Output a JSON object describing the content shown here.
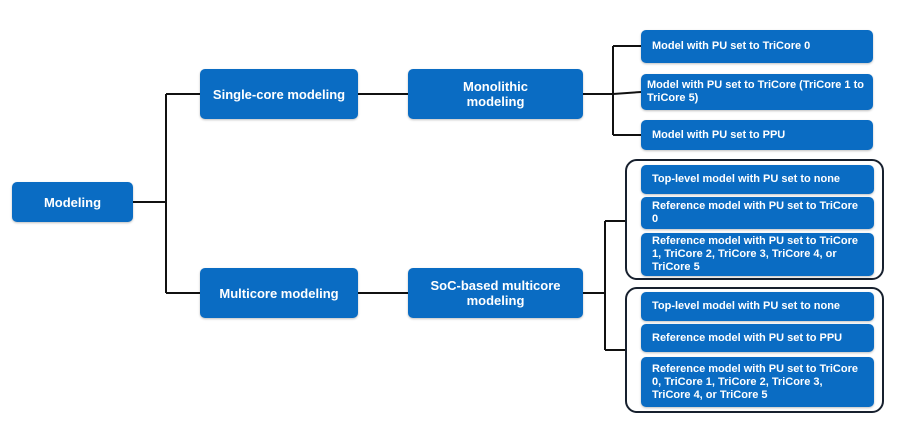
{
  "colors": {
    "node_fill": "#0a6cc3",
    "node_text": "#ffffff",
    "connector": "#111111",
    "group_border": "#17202e"
  },
  "root": {
    "label": "Modeling"
  },
  "level1": [
    {
      "label": "Single-core modeling"
    },
    {
      "label": "Multicore modeling"
    }
  ],
  "level2": [
    {
      "label": "Monolithic modeling"
    },
    {
      "label": "SoC-based multicore modeling"
    }
  ],
  "monolithic_leaves": [
    {
      "label": "Model with PU set to TriCore 0"
    },
    {
      "label": "Model with PU set to TriCore (TriCore 1 to TriCore 5)"
    },
    {
      "label": "Model with PU set to PPU"
    }
  ],
  "soc_groups": [
    {
      "items": [
        {
          "label": "Top-level model with PU set to none"
        },
        {
          "label": "Reference model with PU set to TriCore 0"
        },
        {
          "label": "Reference model with PU set to TriCore 1, TriCore 2, TriCore 3, TriCore 4, or TriCore 5"
        }
      ]
    },
    {
      "items": [
        {
          "label": "Top-level model with PU set to none"
        },
        {
          "label": "Reference model with PU set to PPU"
        },
        {
          "label": "Reference model with PU set to TriCore 0, TriCore 1, TriCore 2, TriCore 3, TriCore 4, or TriCore 5"
        }
      ]
    }
  ]
}
